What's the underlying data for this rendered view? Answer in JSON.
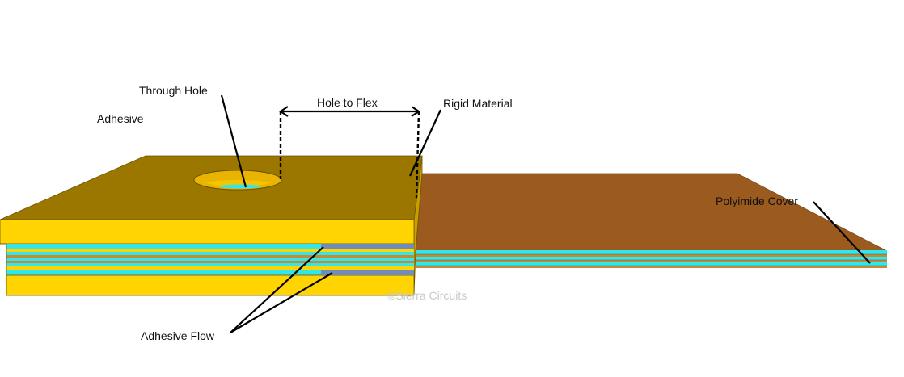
{
  "labels": {
    "through_hole": "Through Hole",
    "adhesive": "Adhesive",
    "hole_to_flex": "Hole to Flex",
    "rigid_material": "Rigid Material",
    "polyimide_cover": "Polyimide Cover",
    "adhesive_flow": "Adhesive Flow"
  },
  "watermark": "©Sierra Circuits",
  "colors": {
    "rigid_top": "#9c7700",
    "rigid_side": "#ffd400",
    "flex_top": "#9b5a1e",
    "adhesive": "#33e6ee",
    "adhesive_flow": "#6e8cbf",
    "polyimide_layer": "#c88a2e"
  }
}
